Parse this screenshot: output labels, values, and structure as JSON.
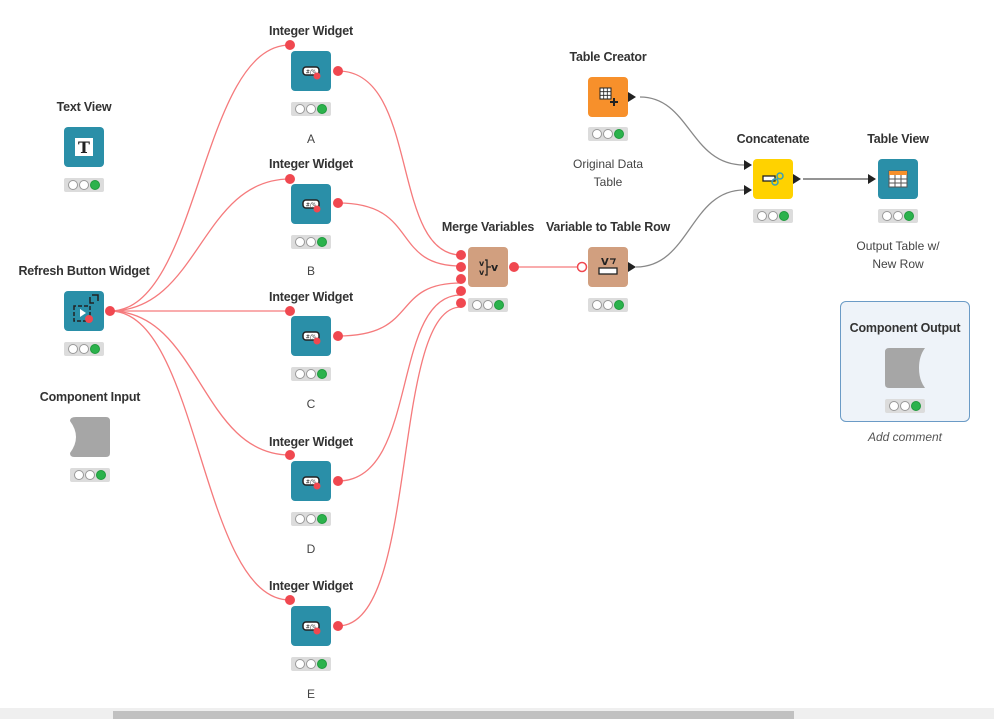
{
  "workflow": {
    "nodes": [
      {
        "id": "text-view",
        "title": "Text View",
        "annotation": "",
        "status": [
          "idle",
          "idle",
          "executed"
        ]
      },
      {
        "id": "refresh-button-widget",
        "title": "Refresh Button Widget",
        "annotation": "",
        "status": [
          "idle",
          "idle",
          "executed"
        ]
      },
      {
        "id": "component-input",
        "title": "Component Input",
        "annotation": "",
        "status": [
          "idle",
          "idle",
          "executed"
        ]
      },
      {
        "id": "integer-widget-a",
        "title": "Integer Widget",
        "annotation": "A",
        "status": [
          "idle",
          "idle",
          "executed"
        ]
      },
      {
        "id": "integer-widget-b",
        "title": "Integer Widget",
        "annotation": "B",
        "status": [
          "idle",
          "idle",
          "executed"
        ]
      },
      {
        "id": "integer-widget-c",
        "title": "Integer Widget",
        "annotation": "C",
        "status": [
          "idle",
          "idle",
          "executed"
        ]
      },
      {
        "id": "integer-widget-d",
        "title": "Integer Widget",
        "annotation": "D",
        "status": [
          "idle",
          "idle",
          "executed"
        ]
      },
      {
        "id": "integer-widget-e",
        "title": "Integer Widget",
        "annotation": "E",
        "status": [
          "idle",
          "idle",
          "executed"
        ]
      },
      {
        "id": "merge-variables",
        "title": "Merge Variables",
        "annotation": "",
        "status": [
          "idle",
          "idle",
          "executed"
        ]
      },
      {
        "id": "variable-to-table-row",
        "title": "Variable to Table Row",
        "annotation": "",
        "status": [
          "idle",
          "idle",
          "executed"
        ]
      },
      {
        "id": "table-creator",
        "title": "Table Creator",
        "annotation": "Original Data\nTable",
        "annotation_lines": [
          "Original Data",
          "Table"
        ],
        "status": [
          "idle",
          "idle",
          "executed"
        ]
      },
      {
        "id": "concatenate",
        "title": "Concatenate",
        "annotation": "",
        "status": [
          "idle",
          "idle",
          "executed"
        ]
      },
      {
        "id": "table-view",
        "title": "Table View",
        "annotation_lines": [
          "Output Table w/",
          "New Row"
        ],
        "status": [
          "idle",
          "idle",
          "executed"
        ]
      },
      {
        "id": "component-output",
        "title": "Component Output",
        "annotation": "Add comment",
        "status": [
          "idle",
          "idle",
          "executed"
        ]
      }
    ],
    "colors": {
      "widget": "#2a8fa8",
      "source": "#f7902b",
      "manipulator": "#ffd200",
      "other": "#d19f7f",
      "component_io": "#a6a6a6",
      "flow_variable_wire": "#f26b6e",
      "data_wire": "#888888",
      "status_green": "#2bb24c"
    }
  }
}
